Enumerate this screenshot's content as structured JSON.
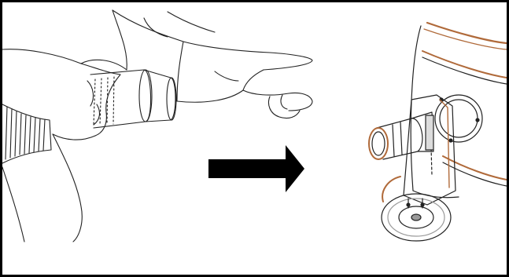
{
  "figure": {
    "left_panel": {
      "subject": "hands-with-hose-cuff",
      "label": ""
    },
    "arrow": {
      "direction": "right"
    },
    "right_panel": {
      "subject": "vacuum-drum-inlet-fitting",
      "label": ""
    }
  },
  "colors": {
    "frame": "#000000",
    "line_art": "#222222",
    "arrow": "#000000",
    "drum_accent": "#b06a3a",
    "metal_shade": "#9a9a9a"
  }
}
